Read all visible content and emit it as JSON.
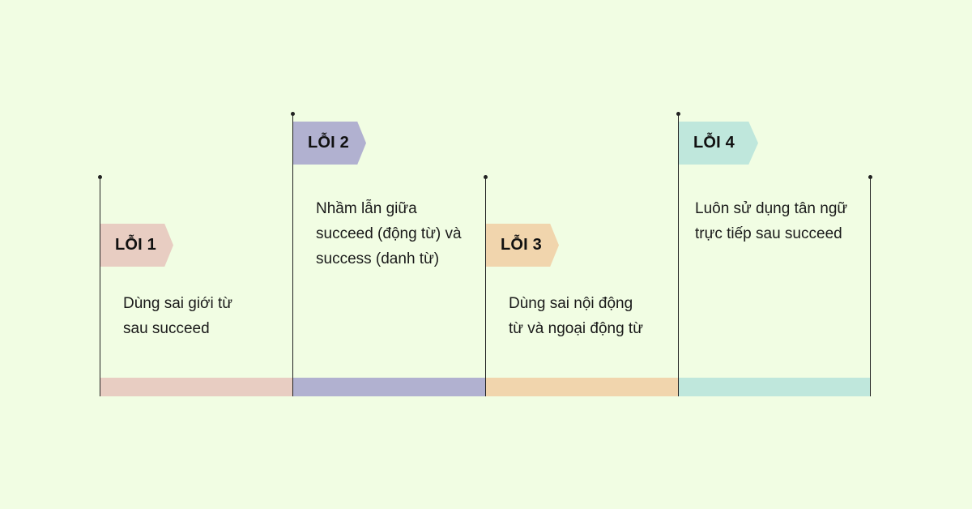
{
  "colors": {
    "background": "#f1fde3",
    "step1": "#e8cdc2",
    "step2": "#b1b1d0",
    "step3": "#f1d5ad",
    "step4": "#bfe7dc"
  },
  "steps": [
    {
      "label": "LỖI 1",
      "text": "Dùng sai giới từ\nsau succeed"
    },
    {
      "label": "LỖI 2",
      "text": "Nhầm lẫn giữa\nsucceed (động từ) và\nsuccess (danh từ)"
    },
    {
      "label": "LỖI 3",
      "text": "Dùng sai nội động\ntừ và ngoại động từ"
    },
    {
      "label": "LỖI 4",
      "text": "Luôn sử dụng tân ngữ\ntrực tiếp sau succeed"
    }
  ]
}
